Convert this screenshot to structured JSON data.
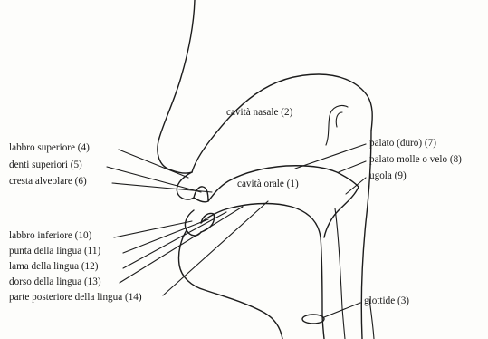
{
  "labels": {
    "cavita_nasale": "cavità nasale (2)",
    "cavita_orale": "cavità orale (1)",
    "palato_duro": "palato (duro) (7)",
    "palato_molle": "palato molle o velo (8)",
    "ugola": "ugola (9)",
    "glottide": "glottide (3)",
    "labbro_superiore": "labbro superiore (4)",
    "denti_superiori": "denti superiori (5)",
    "cresta_alveolare": "cresta alveolare (6)",
    "labbro_inferiore": "labbro inferiore (10)",
    "punta_lingua": "punta della lingua (11)",
    "lama_lingua": "lama della lingua (12)",
    "dorso_lingua": "dorso della lingua (13)",
    "parte_posteriore": "parte posteriore della lingua (14)"
  },
  "colors": {
    "ink": "#1c1c1c",
    "paper": "#fdfdfb"
  }
}
